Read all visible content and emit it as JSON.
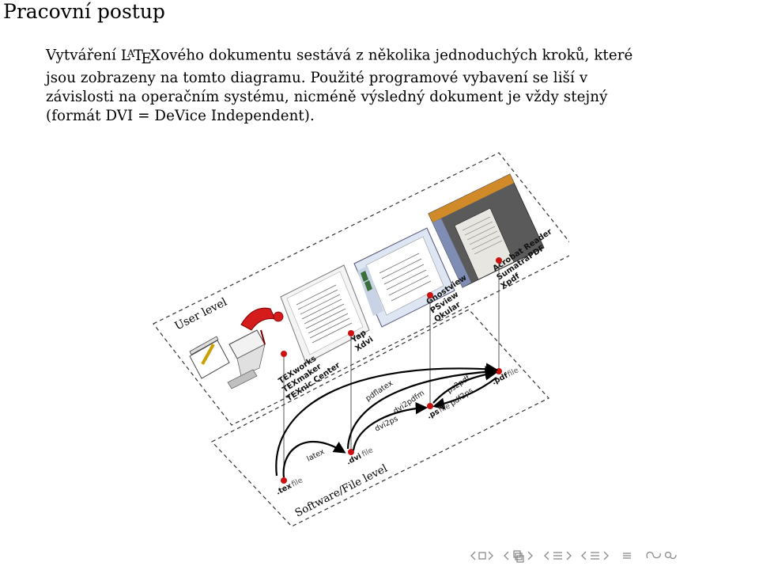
{
  "slide": {
    "title": "Pracovní postup",
    "paragraph": {
      "line1_before": "Vytváření ",
      "latex_l": "L",
      "latex_a": "A",
      "latex_t": "T",
      "latex_e": "E",
      "latex_x": "X",
      "line1_after": "ového dokumentu sestává z několika jednoduchých kroků, které",
      "line2": "jsou zobrazeny na tomto diagramu. Použité programové vybavení se liší v",
      "line3": "závislosti na operačním systému, nicméně výsledný dokument je vždy stejný",
      "line4": "(formát DVI = DeVice Independent)."
    }
  },
  "diagram": {
    "user_level_label": "User level",
    "software_level_label": "Software/File level",
    "editors": [
      "TEXworks",
      "TEXmaker",
      "TEXnic Center"
    ],
    "dvi_viewers": [
      "Yap",
      "Xdvi"
    ],
    "ps_viewers": [
      "Ghostview",
      "PSview",
      "Okular"
    ],
    "pdf_viewers": [
      "Acrobat Reader",
      "SumatraPDF",
      "Xpdf"
    ],
    "files": {
      "tex": ".tex",
      "dvi": ".dvi",
      "ps": ".ps",
      "pdf": ".pdf",
      "file_word": "file"
    },
    "tools": {
      "latex": "latex",
      "pdflatex": "pdflatex",
      "dvi2pdfm": "dvi2pdfm",
      "dvi2ps": "dvi2ps",
      "ps2pdf": "ps2pdf",
      "pdf2ps": "pdf2ps"
    },
    "accent_color": "#cc1111"
  },
  "navigation": {
    "icons": [
      "frame-prev-icon",
      "frame-next-icon",
      "subsection-prev-icon",
      "subsection-next-icon",
      "section-prev-icon",
      "section-next-icon",
      "slide-prev-icon",
      "slide-next-icon",
      "align-icon",
      "back-icon",
      "search-icon"
    ]
  }
}
